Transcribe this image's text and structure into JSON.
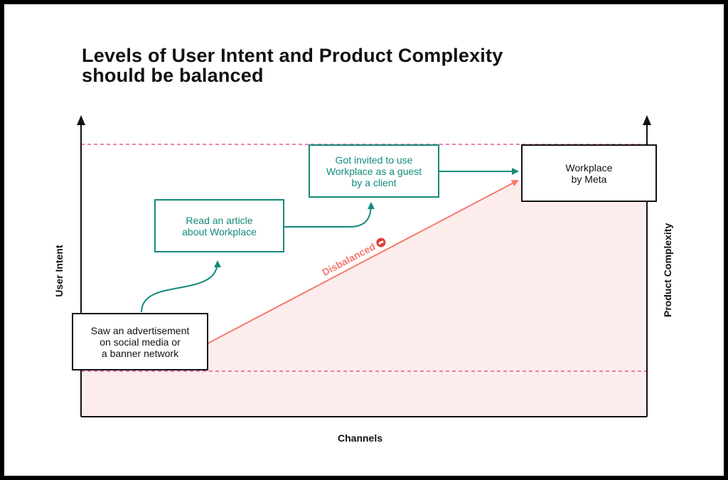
{
  "title": "Levels of User Intent and Product Complexity\nshould be balanced",
  "axes": {
    "x_label": "Channels",
    "left_label": "User Intent",
    "right_label": "Product Complexity"
  },
  "nodes": {
    "advertisement": "Saw an advertisement\non social media or\na banner network",
    "article": "Read an article\nabout Workplace",
    "invited": "Got invited to use\nWorkplace as a guest\nby a client",
    "product": "Workplace\nby Meta"
  },
  "annotation": {
    "label": "Disbalanced",
    "icon": "no-entry-icon"
  },
  "colors": {
    "path": "#138a7a",
    "imbalance": "#f47a6f",
    "imbalance_fill": "#fdecec",
    "dashed": "#e05a9a",
    "axis": "#111111"
  }
}
